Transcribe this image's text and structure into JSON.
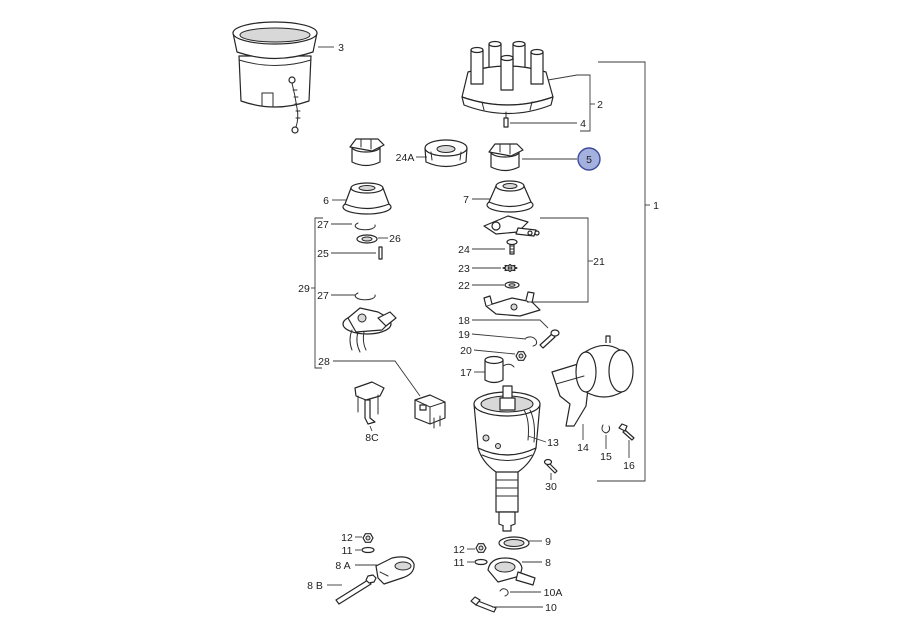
{
  "diagram": {
    "callouts": {
      "c1": "1",
      "c2": "2",
      "c3": "3",
      "c4": "4",
      "c5": "5",
      "c6": "6",
      "c7": "7",
      "c8": "8",
      "c8a": "8 A",
      "c8b": "8 B",
      "c8c": "8C",
      "c9": "9",
      "c10": "10",
      "c10a": "10A",
      "c11_left": "11",
      "c11_right": "11",
      "c12_left": "12",
      "c12_right": "12",
      "c13": "13",
      "c14": "14",
      "c15": "15",
      "c16": "16",
      "c17": "17",
      "c18": "18",
      "c19": "19",
      "c20": "20",
      "c21": "21",
      "c22": "22",
      "c23": "23",
      "c24": "24",
      "c24a": "24A",
      "c25": "25",
      "c26": "26",
      "c27_upper": "27",
      "c27_lower": "27",
      "c28": "28",
      "c29": "29",
      "c30": "30"
    },
    "colors": {
      "highlight_fill": "#a4b0de",
      "highlight_stroke": "#3d4c9a",
      "line": "#2e2e2e"
    }
  }
}
